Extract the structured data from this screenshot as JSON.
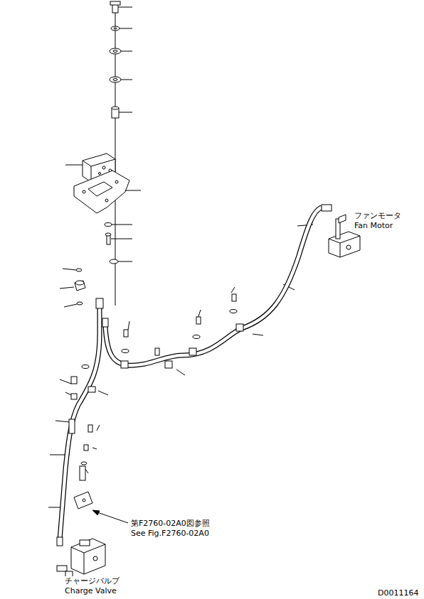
{
  "diagram": {
    "labels": [
      "ファンモータ",
      "Fan Motor",
      "第F2760-02A0図参照",
      "See Fig.F2760-02A0",
      "チャージバルブ",
      "Charge Valve",
      "D0011164"
    ]
  }
}
